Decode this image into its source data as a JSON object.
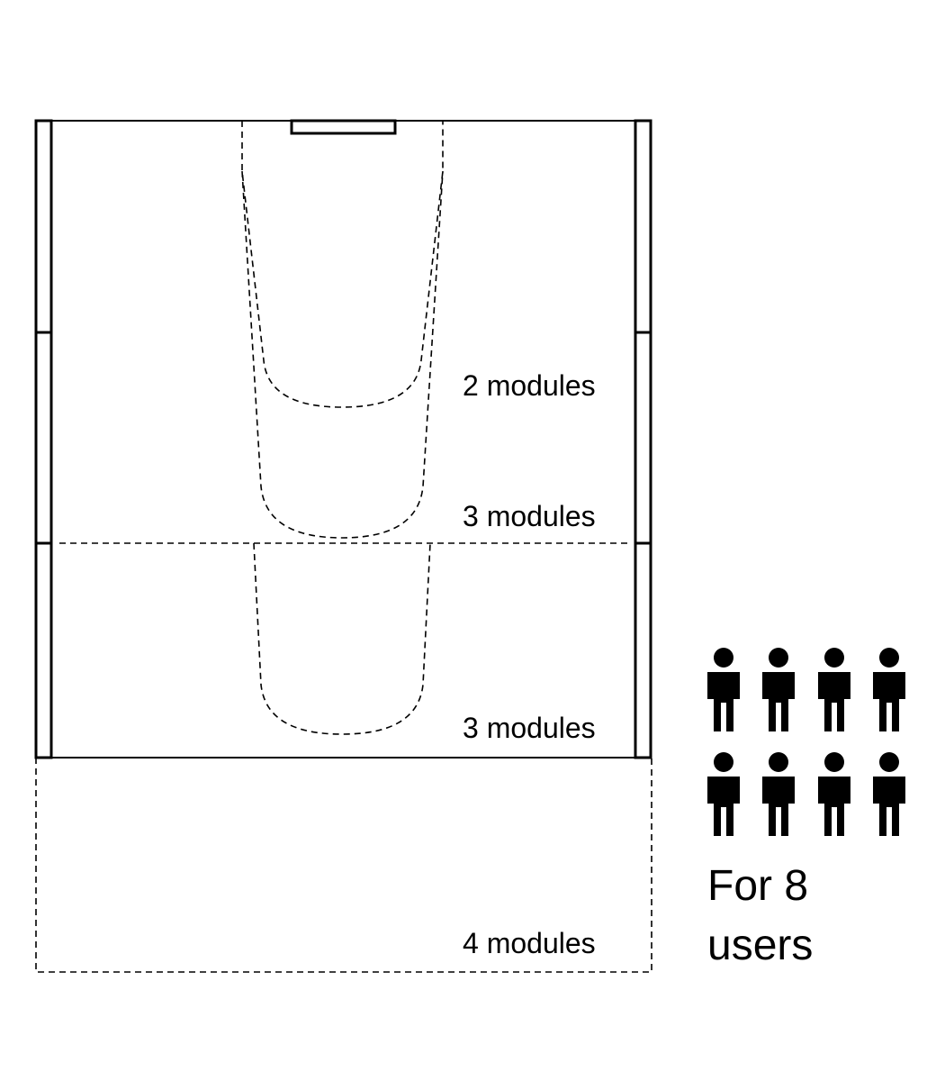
{
  "labels": {
    "modules_1": "2 modules",
    "modules_2": "3 modules",
    "modules_3": "3 modules",
    "modules_4": "4 modules",
    "caption_line1": "For 8",
    "caption_line2": "users"
  },
  "users": {
    "count": 8,
    "icon": "person-icon"
  }
}
